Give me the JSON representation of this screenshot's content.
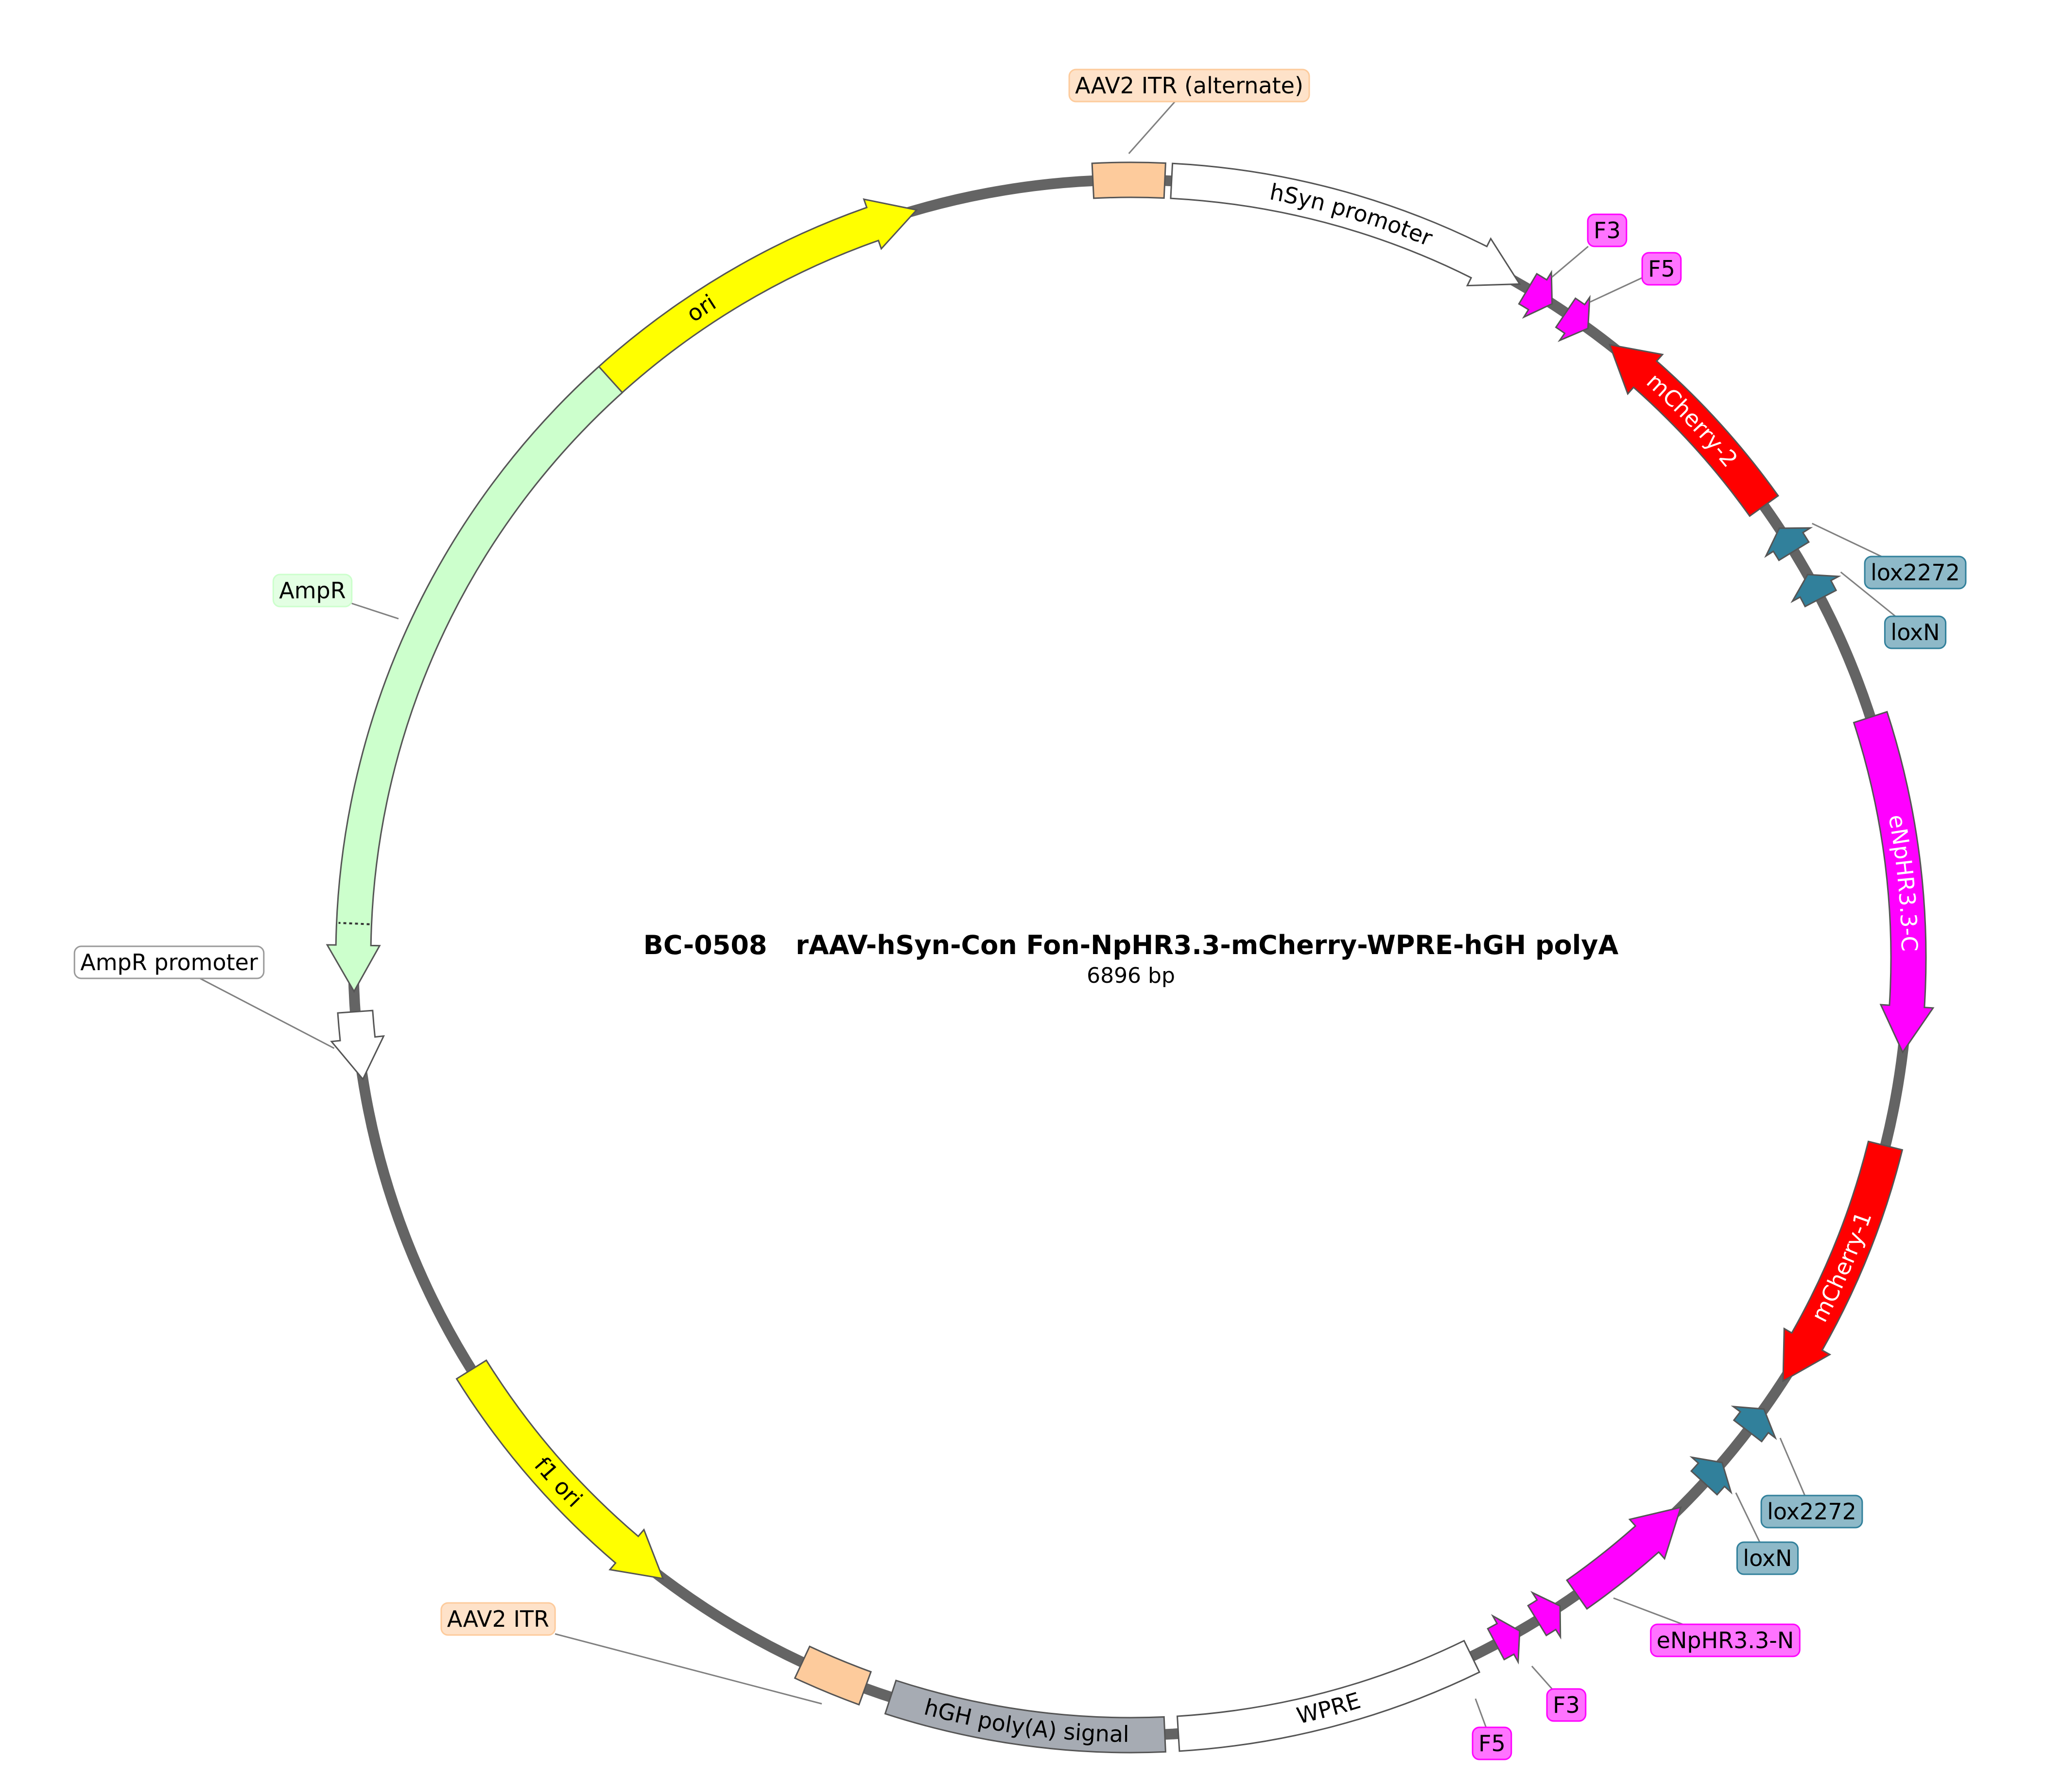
{
  "plasmid": {
    "id": "BC-0508",
    "name": "rAAV-hSyn-Con Fon-NpHR3.3-mCherry-WPRE-hGH polyA",
    "length_label": "6896 bp",
    "backbone_color": "#646464"
  },
  "features": [
    {
      "key": "ori",
      "label": "ori",
      "label_mode": "inside",
      "color": "#ffff00",
      "text_color": "#000000",
      "dir": 1
    },
    {
      "key": "aav2-itr-alternate",
      "label": "AAV2 ITR (alternate)",
      "label_mode": "outside",
      "color": "#fdcb9c",
      "text_color": "#000000",
      "dir": 0
    },
    {
      "key": "hsyn-promoter",
      "label": "hSyn promoter",
      "label_mode": "inside",
      "color": "#ffffff",
      "text_color": "#000000",
      "dir": 1
    },
    {
      "key": "f3-top",
      "label": "F3",
      "label_mode": "outside",
      "color": "#ff00ff",
      "text_color": "#000000",
      "dir": 1
    },
    {
      "key": "f5-top",
      "label": "F5",
      "label_mode": "outside",
      "color": "#ff00ff",
      "text_color": "#000000",
      "dir": 1
    },
    {
      "key": "mcherry-2",
      "label": "mCherry-2",
      "label_mode": "inside",
      "color": "#ff0000",
      "text_color": "#ffffff",
      "dir": -1
    },
    {
      "key": "lox2272-right",
      "label": "lox2272",
      "label_mode": "outside",
      "color": "#31809b",
      "text_color": "#000000",
      "dir": -1
    },
    {
      "key": "loxn-right",
      "label": "loxN",
      "label_mode": "outside",
      "color": "#31809b",
      "text_color": "#000000",
      "dir": -1
    },
    {
      "key": "enphr33-c",
      "label": "eNpHR3.3-C",
      "label_mode": "inside",
      "color": "#ff00ff",
      "text_color": "#ffffff",
      "dir": 1
    },
    {
      "key": "mcherry-1",
      "label": "mCherry-1",
      "label_mode": "inside",
      "color": "#ff0000",
      "text_color": "#ffffff",
      "dir": 1
    },
    {
      "key": "lox2272-bottom",
      "label": "lox2272",
      "label_mode": "outside",
      "color": "#31809b",
      "text_color": "#000000",
      "dir": -1
    },
    {
      "key": "loxn-bottom",
      "label": "loxN",
      "label_mode": "outside",
      "color": "#31809b",
      "text_color": "#000000",
      "dir": -1
    },
    {
      "key": "enphr33-n",
      "label": "eNpHR3.3-N",
      "label_mode": "outside",
      "color": "#ff00ff",
      "text_color": "#000000",
      "dir": -1
    },
    {
      "key": "f3-bottom",
      "label": "F3",
      "label_mode": "outside",
      "color": "#ff00ff",
      "text_color": "#000000",
      "dir": -1
    },
    {
      "key": "f5-bottom",
      "label": "F5",
      "label_mode": "outside",
      "color": "#ff00ff",
      "text_color": "#000000",
      "dir": -1
    },
    {
      "key": "wpre",
      "label": "WPRE",
      "label_mode": "inside",
      "color": "#ffffff",
      "text_color": "#000000",
      "dir": 0
    },
    {
      "key": "hgh-polya",
      "label": "hGH poly(A) signal",
      "label_mode": "inside",
      "color": "#a6abb3",
      "text_color": "#000000",
      "dir": 0
    },
    {
      "key": "aav2-itr",
      "label": "AAV2 ITR",
      "label_mode": "outside",
      "color": "#fdcb9c",
      "text_color": "#000000",
      "dir": 0
    },
    {
      "key": "f1-ori",
      "label": "f1 ori",
      "label_mode": "inside",
      "color": "#ffff00",
      "text_color": "#000000",
      "dir": -1
    },
    {
      "key": "ampr-promoter",
      "label": "AmpR promoter",
      "label_mode": "outside",
      "color": "#ffffff",
      "text_color": "#000000",
      "dir": -1
    },
    {
      "key": "ampr",
      "label": "AmpR",
      "label_mode": "outside",
      "color": "#ccffcc",
      "text_color": "#000000",
      "dir": -1
    }
  ]
}
